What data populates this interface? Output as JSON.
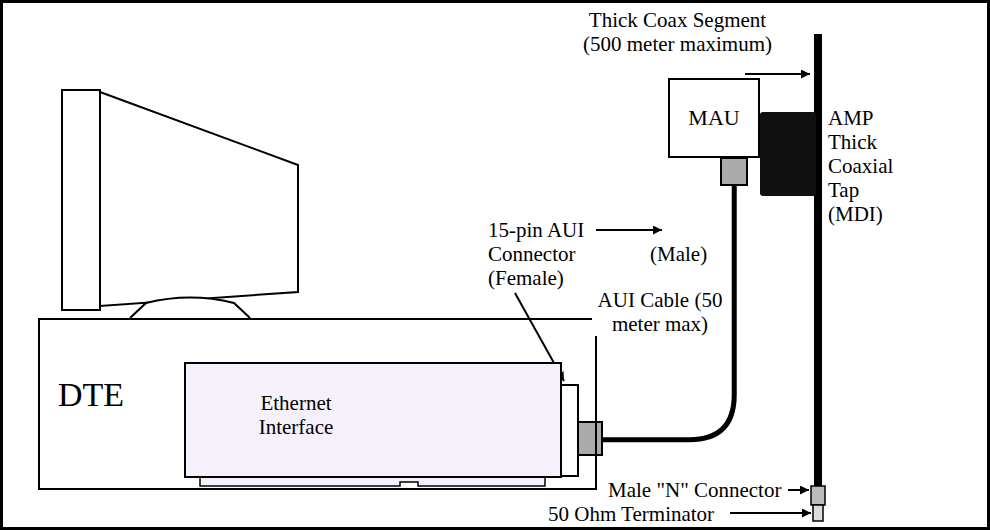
{
  "diagram": {
    "nodes": [
      {
        "text": [
          "DTE"
        ]
      },
      {
        "text": [
          "Ethernet Interface"
        ],
        "in": 0
      },
      {
        "text": [
          "MAU"
        ]
      }
    ],
    "edges": [
      {
        "from": 1,
        "to": 2,
        "arrow": "none",
        "label": "AUI Cable (50 meter max)"
      }
    ],
    "labels": [
      "Thick Coax Segment (500 meter maximum)",
      "AMP Thick Coaxial Tap (MDI)",
      "15-pin AUI Connector (Female)",
      "(Male)",
      "Male \"N\" Connector",
      "50 Ohm Terminator"
    ]
  }
}
